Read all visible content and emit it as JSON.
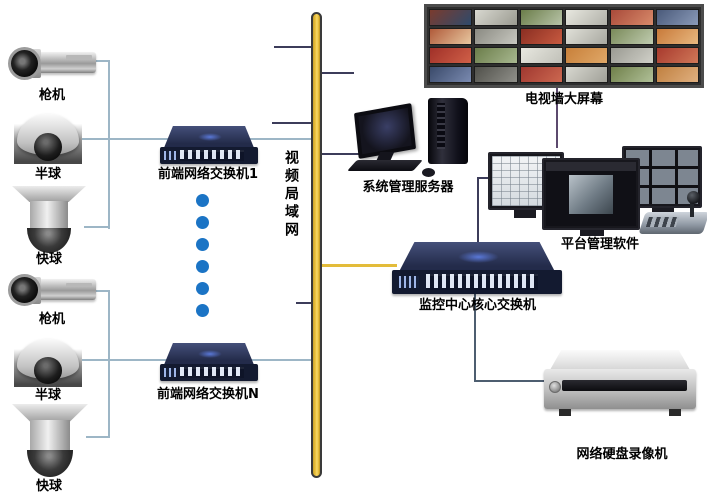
{
  "cameras": {
    "group1": [
      {
        "type": "bullet-camera",
        "label": "枪机"
      },
      {
        "type": "dome-camera",
        "label": "半球"
      },
      {
        "type": "speed-dome-camera",
        "label": "快球"
      }
    ],
    "group2": [
      {
        "type": "bullet-camera",
        "label": "枪机"
      },
      {
        "type": "dome-camera",
        "label": "半球"
      },
      {
        "type": "speed-dome-camera",
        "label": "快球"
      }
    ]
  },
  "front_switches": [
    {
      "label": "前端网络交换机1"
    },
    {
      "label": "前端网络交换机N"
    }
  ],
  "backbone": {
    "label": "视频局域网",
    "ellipsis_dots": 6
  },
  "center": {
    "server_label": "系统管理服务器",
    "core_switch_label": "监控中心核心交换机"
  },
  "right": {
    "tv_wall_label": "电视墙大屏幕",
    "management_label": "平台管理软件",
    "nvr_label": "网络硬盘录像机"
  },
  "colors": {
    "backbone_bar": "#ecc23d",
    "camera_line": "#9db6c6",
    "dark_line": "#3c3c5a",
    "yellow_line": "#e3bc3a",
    "tv_line": "#5c4a6e",
    "nvr_line": "#4e5e70",
    "dot_blue": "#1b74c5"
  },
  "tv_wall": {
    "cells": [
      [
        "#7a3b2e",
        "#2e4a6b"
      ],
      [
        "#d8d8d0",
        "#9a9a90"
      ],
      [
        "#6b7d4a",
        "#b8c4a8"
      ],
      [
        "#e8e8e0",
        "#b0b0a8"
      ],
      [
        "#a84a3a",
        "#d88a6a"
      ],
      [
        "#4a5a7a",
        "#8a9ab8"
      ],
      [
        "#b05a3a",
        "#e8c8a0"
      ],
      [
        "#8a8a82",
        "#c8c8c0"
      ],
      [
        "#8a2e22",
        "#c85a40"
      ],
      [
        "#e0e0d8",
        "#a8a8a0"
      ],
      [
        "#7a8a5a",
        "#c0ccb0"
      ],
      [
        "#c87a3a",
        "#e8b880"
      ],
      [
        "#a03028",
        "#d06048"
      ],
      [
        "#6b7d4a",
        "#a8b890"
      ],
      [
        "#e8e8e0",
        "#c0c0b8"
      ],
      [
        "#c8803a",
        "#e0a868"
      ],
      [
        "#9a9a92",
        "#d0d0c8"
      ],
      [
        "#a83a2e",
        "#d07858"
      ],
      [
        "#3a4a6a",
        "#7a8ab0"
      ],
      [
        "#50504a",
        "#90908a"
      ],
      [
        "#a03830",
        "#cc6850"
      ],
      [
        "#d8d8d0",
        "#a0a098"
      ],
      [
        "#70804a",
        "#b0c098"
      ],
      [
        "#c08040",
        "#e0b080"
      ]
    ]
  }
}
